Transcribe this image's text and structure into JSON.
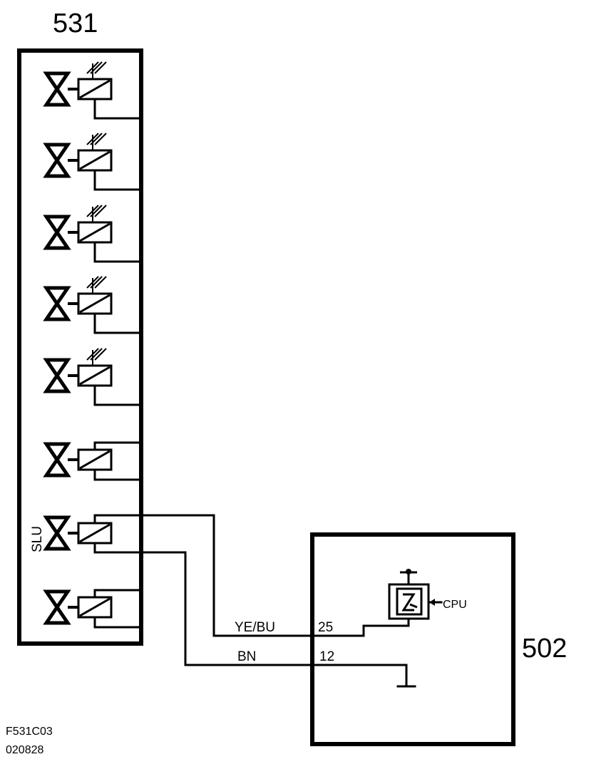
{
  "components": {
    "valve_block_id": "531",
    "control_module_id": "502"
  },
  "valves": {
    "slu_label": "SLU",
    "count": 8
  },
  "wires": {
    "signal": {
      "color_code": "YE/BU",
      "pin": "25"
    },
    "ground": {
      "color_code": "BN",
      "pin": "12"
    }
  },
  "module": {
    "cpu_label": "CPU"
  },
  "figure": {
    "code": "F531C03",
    "date": "020828"
  }
}
